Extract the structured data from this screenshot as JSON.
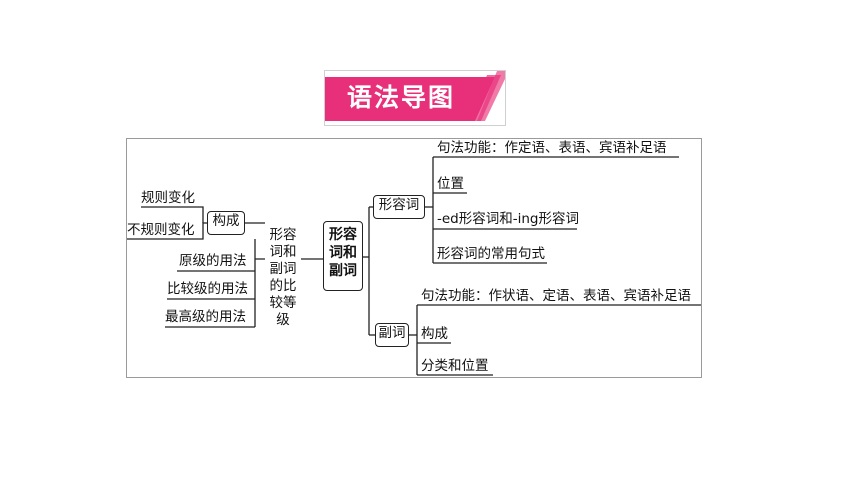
{
  "banner": {
    "title": "语法导图",
    "colors": {
      "pink": "#e8307a",
      "stripe": "#f07aa8"
    }
  },
  "diagram": {
    "center": "形容词和副词",
    "adjective": {
      "label": "形容词",
      "items": [
        "句法功能：作定语、表语、宾语补足语",
        "位置",
        "-ed形容词和-ing形容词",
        "形容词的常用句式"
      ]
    },
    "adverb": {
      "label": "副词",
      "items": [
        "句法功能：作状语、定语、表语、宾语补足语",
        "构成",
        "分类和位置"
      ]
    },
    "comparison": {
      "label": "形容词和副词的比较等级",
      "formation": {
        "label": "构成",
        "items": [
          "规则变化",
          "不规则变化"
        ]
      },
      "usages": [
        "原级的用法",
        "比较级的用法",
        "最高级的用法"
      ]
    }
  }
}
